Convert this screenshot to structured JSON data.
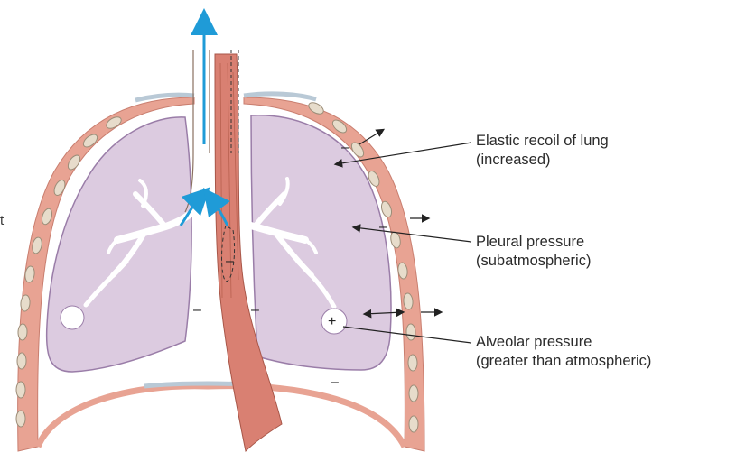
{
  "colors": {
    "lung_fill": "#dccbe0",
    "lung_outline": "#9a7da8",
    "chest_wall": "#e8a393",
    "rib": "#e7dccb",
    "diaphragm": "#b9c9d6",
    "airway_arrow": "#1f9bd7",
    "esophagus": "#d98072",
    "leader": "#222222"
  },
  "edge_text": "t",
  "labels": {
    "elastic": {
      "line1": "Elastic recoil of lung",
      "line2": "(increased)"
    },
    "pleural": {
      "line1": "Pleural pressure",
      "line2": "(subatmospheric)"
    },
    "alveolar": {
      "line1": "Alveolar pressure",
      "line2": "(greater than atmospheric)"
    }
  },
  "signs": {
    "minus": "–",
    "plus": "+"
  }
}
